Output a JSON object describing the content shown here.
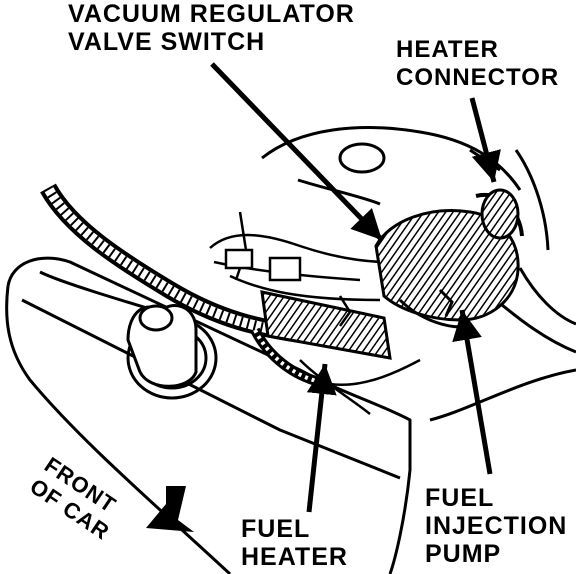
{
  "labels": {
    "vacuum_regulator": [
      "VACUUM REGULATOR",
      "VALVE SWITCH"
    ],
    "heater_connector": [
      "HEATER",
      "CONNECTOR"
    ],
    "fuel_heater": [
      "FUEL",
      "HEATER"
    ],
    "fuel_injection_pump": [
      "FUEL",
      "INJECTION",
      "PUMP"
    ],
    "front_of_car": [
      "FRONT",
      "OF CAR"
    ]
  },
  "icons": {
    "engine": "engine-illustration",
    "direction": "front-arrow-icon"
  },
  "colors": {
    "ink": "#000000",
    "paper": "#ffffff"
  }
}
